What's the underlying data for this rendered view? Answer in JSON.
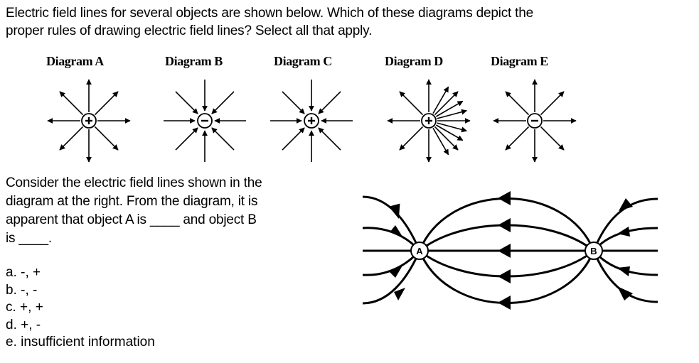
{
  "question1": {
    "line1": "Electric field lines for several objects are shown below. Which of these diagrams depict the",
    "line2": "proper rules of drawing electric field lines? Select all that apply."
  },
  "diagrams": [
    {
      "label": "Diagram A",
      "charge": "+"
    },
    {
      "label": "Diagram B",
      "charge": "-"
    },
    {
      "label": "Diagram C",
      "charge": "+"
    },
    {
      "label": "Diagram D",
      "charge": "+"
    },
    {
      "label": "Diagram E",
      "charge": "-"
    }
  ],
  "question2": {
    "line1": "Consider the electric field lines shown in the",
    "line2": "diagram at the right. From the diagram, it is",
    "line3": "apparent that object A is ____ and object B",
    "line4": "is ____."
  },
  "options": [
    "a.  -, +",
    "b.  -, -",
    "c.  +, +",
    "d.  +, -",
    "e. insufficient information"
  ],
  "field_diagram": {
    "object_a_label": "A",
    "object_b_label": "B"
  }
}
